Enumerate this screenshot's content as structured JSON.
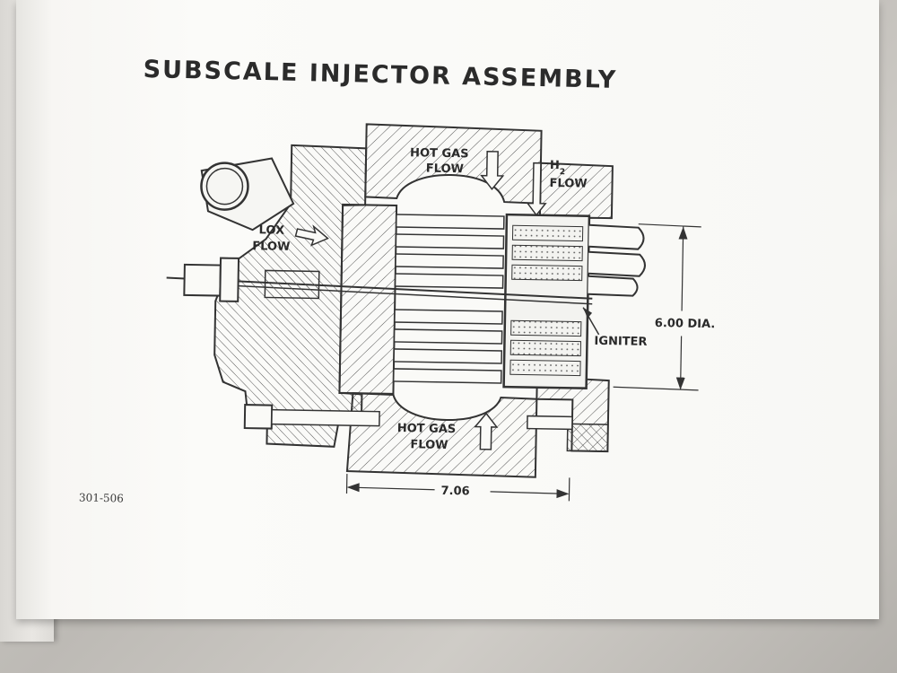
{
  "title": "SUBSCALE INJECTOR ASSEMBLY",
  "figure_number": "301-506",
  "labels": {
    "hot_gas_top_line1": "HOT GAS",
    "hot_gas_top_line2": "FLOW",
    "h2_letter": "H",
    "h2_sub": "2",
    "h2_flow": "FLOW",
    "lox_line1": "LOX",
    "lox_line2": "FLOW",
    "igniter": "IGNITER",
    "diameter": "6.00 DIA.",
    "hot_gas_bottom_line1": "HOT GAS",
    "hot_gas_bottom_line2": "FLOW",
    "width_dim": "7.06"
  }
}
